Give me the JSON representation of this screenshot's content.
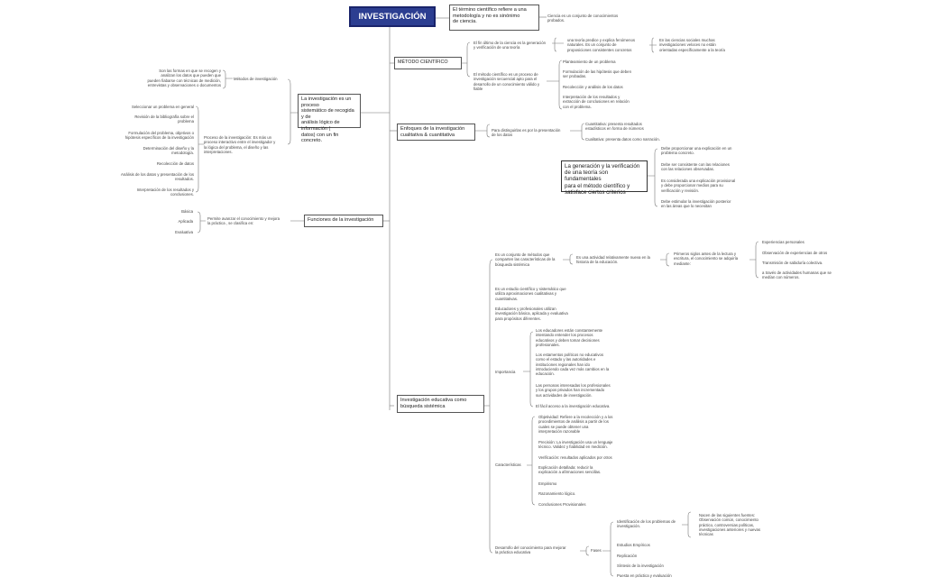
{
  "root": "INVESTIGACIÓN",
  "def": {
    "title": "El término científico refiere a una\nmetodología y no es sinónimo\nde ciencia.",
    "note": "Ciencia es un conjunto de conocimientos\nprobados."
  },
  "metodo": {
    "title": "MÉTODO CIENTÍFICO",
    "fin": "El fin último de la ciencia es la generación\ny verificación de una teoría",
    "teoria": "una teoría predice y explica fenómenos\nnaturales. Es un conjunto de\nproposiciones consistentes concretos",
    "sociales": "En las ciencias sociales muchas\ninvestigaciones veloces no están\norientadas específicamente a la teoría",
    "proceso": "El método científico es un proceso de\ninvestigación secuencial apto para el\ndesarrollo de un conocimiento válido y\nfiable",
    "pasos": [
      "Planteamiento de un problema",
      "Formulación de las hipótesis que deben\nser probadas.",
      "Recolección y análisis de los datos",
      "Interpretación de los resultados y\nextracción de conclusiones en relación\ncon el problema."
    ]
  },
  "proceso_box": {
    "title": "La investigación es un proceso\nsistemático de recogida y de\nanálisis lógico de información (\ndatos) con un fin concreto.",
    "metodos_label": "Métodos de investigación",
    "metodos_desc": "Son las formas en que se recogen y\nanalizan los datos que pueden que\npueden fiabarse con técnicas de medición,\nentrevistas y observaciones o documentos",
    "proceso_desc": "Proceso de la investigación: Es más un\nproceso interactivo entre el investigador y\nla lógica del problema, el diseño y las\ninterpretaciones.",
    "pasos": [
      "Seleccionar un problema en general",
      "Revisión de la bibliografía sobre el\nproblema",
      "Formulación del problema, objetivos o\nhipótesis específicos de la investigación",
      "Determinación del diseño y la\nmetodología.",
      "Recolección de datos",
      "Análisis de los datos y presentación de los\nresultados.",
      "Interpretación de los resultados y\nconclusiones."
    ]
  },
  "enfoques": {
    "title": "Enfoques de la investigación\ncualitativa & cuantitativa",
    "desc": "Para distinguirlas es por la presentación\nde los datos",
    "cuanti": "Cuantitativa: presenta resultados\nestadísticos en forma de números",
    "cuali": "Cualitativa: presenta datos como narración.",
    "hl": "La generación y la verificación\nde una teoría son fundamentales\npara el método científico y\nsatisface ciertos criterios",
    "criterios": [
      "Debe proporcionar una explicación en un\nproblema concreto.",
      "Debe ser consistente con las relaciones\ncon las relaciones observadas.",
      "Es considerada una explicación provisional\ny debe proporcionar medios para su\nverificación y revisión.",
      "Debe estimular la investigación posterior\nen las áreas que lo necesitan"
    ]
  },
  "funciones": {
    "title": "Funciones de la investigación",
    "desc": "Permite avanzar el conocimiento y mejora\nla práctica , se clasifica en:",
    "tipos": [
      "Básica",
      "Aplicada",
      "Evaluativa"
    ]
  },
  "educativa": {
    "title": "Investigación educativa como\nbúsqueda sistémica",
    "conjunto": "Es un conjunto de métodos que\ncomparten las características de la\nbúsqueda sistémica",
    "actividad": "Es una actividad relativamente nueva en la\nhistoria de la educación.",
    "primeros": "Primeros siglos antes de la lectura y\nescritura, el conocimiento se adquiría\nmediante:",
    "medios": [
      "Experiencias personales",
      "Observación de experiencias de otros",
      "Transmisión de sabiduría colectiva.",
      "a través de actividades humanas que se\nmedían con números."
    ],
    "estudio": "Es un estudio científico y sistemático que\nutiliza aproximaciones cualitativas y\ncuantitativas.",
    "educadores": "Educadores y profesionales utilizan\ninvestigación básica, aplicada y evaluativa\npara propósitos diferentes.",
    "importancia_label": "Importancia",
    "importancia": [
      "Los educadores están constantemente\nintentando entender los procesos\neducativos y deben tomar decisiones\nprofesionales.",
      "Los estamentos políticos no educativos\ncomo el estado y las autoridades e\ninstituciones regionales han ido\nintroduciendo cada vez más cambios en la\neducación.",
      "Las personas interesadas los profesionales\ny los grupos privados han incrementado\nsus actividades de investigación.",
      "El fácil acceso a la investigación educativa."
    ],
    "caract_label": "Características",
    "caract": [
      "Objetividad: Refiere a la recolección y a los\nprocedimientos de análisis a partir de los\ncuales se puede obtener una\ninterpretación razonable",
      "Precisión: La investigación usa un lenguaje\ntécnico. Validez y fiabilidad en medición.",
      "Verificación: resultados aplicados por otros",
      "Explicación detallada: reducir la\nexplicación a afirmaciones sencillas.",
      "Empirismo",
      "Razonamiento lógico.",
      "Conclusiones Provisionales"
    ],
    "desarrollo": "Desarrollo del conocimiento para mejorar\nla práctica educativa",
    "fases_label": "Fases",
    "fases": [
      "Identificación de los problemas de\ninvestigación.",
      "Estudios Empíricos",
      "Replicación",
      "Síntesis de la investigación",
      "Puesta en práctica y evaluación"
    ],
    "fuentes": "Nacen de las siguientes fuentes:\nObservación común, conocimiento\npráctico, controversias políticas,\ninvestigaciones anteriores y nuevas\ntécnicas"
  }
}
